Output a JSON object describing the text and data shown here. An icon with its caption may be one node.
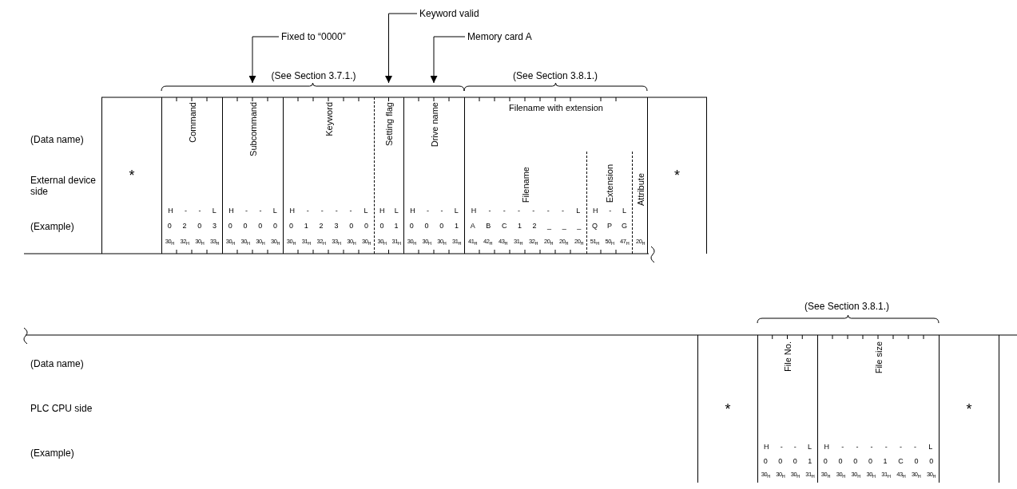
{
  "diagram": {
    "nodes": [
      {
        "text": [
          "Keyword valid"
        ]
      },
      {
        "text": [
          "Fixed to “0000”"
        ]
      },
      {
        "text": [
          "Memory card A"
        ]
      },
      {
        "text": [
          "*"
        ]
      },
      {
        "text": [
          "Command",
          "H - - L",
          "0 2 0 3",
          "30$_{H}$ 32$_{H}$ 30$_{H}$ 33$_{H}$"
        ]
      },
      {
        "text": [
          "Subcommand",
          "H - - L",
          "0 0 0 0",
          "30$_{H}$ 30$_{H}$ 30$_{H}$ 30$_{H}$"
        ]
      },
      {
        "text": [
          "Keyword",
          "H - - - - L",
          "0 1 2 3 0 0",
          "30$_{H}$ 31$_{H}$ 32$_{H}$ 33$_{H}$ 30$_{H}$ 30$_{H}$"
        ]
      },
      {
        "text": [
          "Setting flag",
          "H L",
          "0 1",
          "30$_{H}$ 31$_{H}$"
        ]
      },
      {
        "text": [
          "Drive name",
          "H - - L",
          "0 0 0 1",
          "30$_{H}$ 30$_{H}$ 30$_{H}$ 31$_{H}$"
        ]
      },
      {
        "text": [
          "Filename with extension"
        ]
      },
      {
        "text": [
          "Filename",
          "H - - - - - - L",
          "A B C 1 2 _ _ _",
          "41$_{H}$ 42$_{H}$ 43$_{H}$ 31$_{H}$ 32$_{H}$ 20$_{H}$ 20$_{H}$ 20$_{H}$"
        ],
        "in": 9
      },
      {
        "text": [
          "Extension",
          "H - L",
          "Q P G",
          "51$_{H}$ 50$_{H}$ 47$_{H}$"
        ],
        "in": 9
      },
      {
        "text": [
          "Attribute",
          "20$_{H}$"
        ],
        "in": 9
      },
      {
        "text": [
          "*"
        ]
      },
      {
        "text": [
          "*"
        ]
      },
      {
        "text": [
          "File No.",
          "H - - L",
          "0 0 0 1",
          "30$_{H}$ 30$_{H}$ 30$_{H}$ 31$_{H}$"
        ]
      },
      {
        "text": [
          "File size",
          "H - - - - - - L",
          "0 0 0 0 1 C 0 0",
          "30$_{H}$ 30$_{H}$ 30$_{H}$ 30$_{H}$ 31$_{H}$ 43$_{H}$ 30$_{H}$ 30$_{H}$"
        ]
      },
      {
        "text": [
          "*"
        ]
      },
      {
        "text": [],
        "shape": "box"
      }
    ],
    "edges": [
      {
        "from": 1,
        "to": 5,
        "arrow": "to"
      },
      {
        "from": 0,
        "to": 7,
        "arrow": "to"
      },
      {
        "from": 2,
        "to": 8,
        "arrow": "to"
      }
    ],
    "labels": [
      "(See Section 3.7.1.)",
      "(See Section 3.8.1.)",
      "(Data name)",
      "External device side",
      "(Example)",
      "(See Section 3.8.1.)",
      "(Data name)",
      "PLC CPU side",
      "(Example)"
    ]
  }
}
